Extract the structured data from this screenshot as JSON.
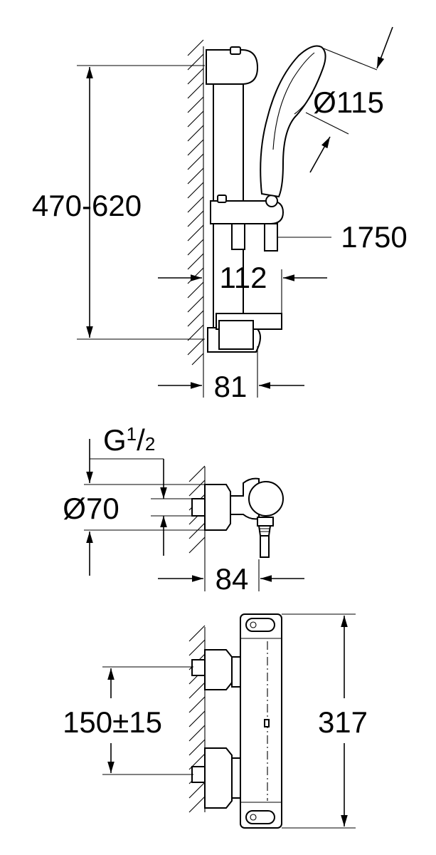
{
  "labels": {
    "rail_height": "470-620",
    "handshower_diameter": "Ø115",
    "hose_length": "1750",
    "holder_projection": "112",
    "rail_projection": "81",
    "connection_thread_main": "G",
    "connection_thread_fraction_num": "1",
    "connection_thread_fraction_sep": "/",
    "connection_thread_fraction_den": "2",
    "rosette_diameter": "Ø70",
    "mixer_projection": "84",
    "inlet_spacing": "150±15",
    "mixer_height": "317"
  }
}
